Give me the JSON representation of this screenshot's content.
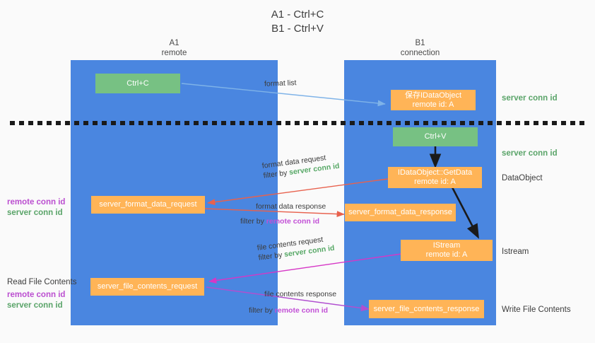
{
  "title": {
    "line1": "A1 - Ctrl+C",
    "line2": "B1 - Ctrl+V"
  },
  "columns": [
    {
      "name": "A1",
      "sub": "remote"
    },
    {
      "name": "B1",
      "sub": "connection"
    }
  ],
  "nodes": {
    "ctrl_c": {
      "label": "Ctrl+C"
    },
    "ctrl_v": {
      "label": "Ctrl+V"
    },
    "save_idataobject": {
      "line1": "保存IDataObject",
      "line2": "remote id: A"
    },
    "getdata": {
      "line1": "IDataObject::GetData",
      "line2": "remote id: A"
    },
    "istream": {
      "line1": "IStream",
      "line2": "remote id: A"
    },
    "server_format_data_request": {
      "label": "server_format_data_request"
    },
    "server_format_data_response": {
      "label": "server_format_data_response"
    },
    "server_file_contents_request": {
      "label": "server_file_contents_request"
    },
    "server_file_contents_response": {
      "label": "server_file_contents_response"
    }
  },
  "right_labels": {
    "server_conn_id_1": "server conn id",
    "server_conn_id_2": "server conn id",
    "dataobject": "DataObject",
    "istream": "Istream",
    "write_file_contents": "Write File Contents"
  },
  "left_labels": {
    "read_file_contents": "Read File Contents",
    "remote_conn_id_1": "remote conn id",
    "server_conn_id_1": "server conn id",
    "remote_conn_id_2": "remote conn id",
    "server_conn_id_2": "server conn id"
  },
  "edges": {
    "format_list": {
      "text": "format list"
    },
    "format_data_request": {
      "text": "format data request",
      "filter_prefix": "filter by ",
      "filter_key": "server conn id"
    },
    "format_data_response": {
      "text": "format data response",
      "filter_prefix": "filter by ",
      "filter_key": "remote conn id"
    },
    "file_contents_request": {
      "text": "file contents request",
      "filter_prefix": "filter by ",
      "filter_key": "server conn id"
    },
    "file_contents_response": {
      "text": "file contents response",
      "filter_prefix": "filter by ",
      "filter_key": "remote conn id"
    }
  },
  "colors": {
    "column": "#4a86e0",
    "green_node": "#77c183",
    "orange_node": "#ffb457",
    "server_conn": "#5aa469",
    "remote_conn": "#bb4fd0",
    "arrow_blue": "#7fb3e8",
    "arrow_red": "#e8614d",
    "arrow_magenta": "#d637c6",
    "arrow_purple": "#b14fd0",
    "arrow_black": "#1a1a1a"
  }
}
